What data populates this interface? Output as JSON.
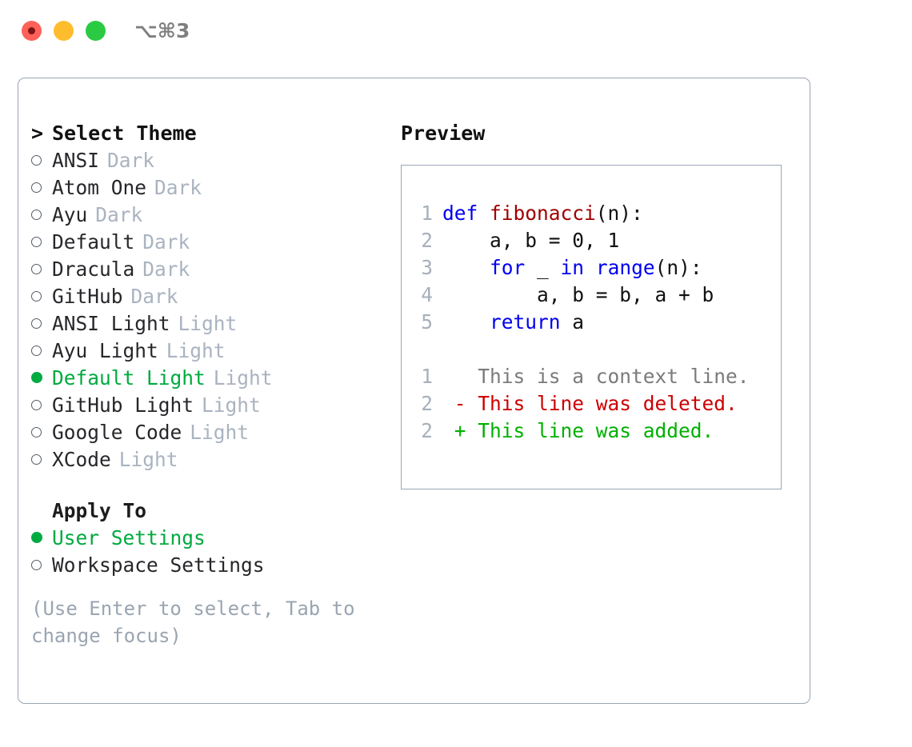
{
  "window": {
    "title": "⌥⌘3",
    "controls": [
      {
        "name": "close",
        "color": "#ff6159"
      },
      {
        "name": "minimize",
        "color": "#ffbd2e"
      },
      {
        "name": "zoom",
        "color": "#2acb42"
      }
    ]
  },
  "colors": {
    "accent_green": "#00a93f",
    "muted": "#aab3c0",
    "hint": "#9aa5b1",
    "border": "#9aa6b4",
    "keyword": "#0000ee",
    "function": "#a00000",
    "context": "#7b7b7b",
    "deleted": "#cc0000",
    "added": "#00b000"
  },
  "theme_picker": {
    "caret": ">",
    "heading": "Select Theme",
    "items": [
      {
        "marker": "hollow",
        "label": "ANSI",
        "badge": "Dark",
        "selected": false
      },
      {
        "marker": "hollow",
        "label": "Atom One",
        "badge": "Dark",
        "selected": false
      },
      {
        "marker": "hollow",
        "label": "Ayu",
        "badge": "Dark",
        "selected": false
      },
      {
        "marker": "hollow",
        "label": "Default",
        "badge": "Dark",
        "selected": false
      },
      {
        "marker": "hollow",
        "label": "Dracula",
        "badge": "Dark",
        "selected": false
      },
      {
        "marker": "hollow",
        "label": "GitHub",
        "badge": "Dark",
        "selected": false
      },
      {
        "marker": "hollow",
        "label": "ANSI Light",
        "badge": "Light",
        "selected": false
      },
      {
        "marker": "hollow",
        "label": "Ayu Light",
        "badge": "Light",
        "selected": false
      },
      {
        "marker": "filled",
        "label": "Default Light",
        "badge": "Light",
        "selected": true
      },
      {
        "marker": "hollow",
        "label": "GitHub Light",
        "badge": "Light",
        "selected": false
      },
      {
        "marker": "hollow",
        "label": "Google Code",
        "badge": "Light",
        "selected": false
      },
      {
        "marker": "hollow",
        "label": "XCode",
        "badge": "Light",
        "selected": false
      }
    ]
  },
  "apply_to": {
    "heading": "Apply To",
    "items": [
      {
        "marker": "filled",
        "label": "User Settings",
        "selected": true
      },
      {
        "marker": "hollow",
        "label": "Workspace Settings",
        "selected": false
      }
    ]
  },
  "hint": "(Use Enter to select, Tab to change focus)",
  "preview": {
    "title": "Preview",
    "code_lines": [
      {
        "number": "1",
        "tokens": [
          {
            "t": "def",
            "c": "kw"
          },
          {
            "t": " ",
            "c": "pl"
          },
          {
            "t": "fibonacci",
            "c": "fn"
          },
          {
            "t": "(n):",
            "c": "pl"
          }
        ]
      },
      {
        "number": "2",
        "tokens": [
          {
            "t": "    a, b = 0, 1",
            "c": "pl"
          }
        ]
      },
      {
        "number": "3",
        "tokens": [
          {
            "t": "    ",
            "c": "pl"
          },
          {
            "t": "for",
            "c": "kw"
          },
          {
            "t": " _ ",
            "c": "pl"
          },
          {
            "t": "in",
            "c": "kw"
          },
          {
            "t": " ",
            "c": "pl"
          },
          {
            "t": "range",
            "c": "kw"
          },
          {
            "t": "(n):",
            "c": "pl"
          }
        ]
      },
      {
        "number": "4",
        "tokens": [
          {
            "t": "        a, b = b, a + b",
            "c": "pl"
          }
        ]
      },
      {
        "number": "5",
        "tokens": [
          {
            "t": "    ",
            "c": "pl"
          },
          {
            "t": "return",
            "c": "kw"
          },
          {
            "t": " a",
            "c": "pl"
          }
        ]
      }
    ],
    "diff_lines": [
      {
        "number": "1",
        "sign": " ",
        "text": "This is a context line.",
        "kind": "ctx"
      },
      {
        "number": "2",
        "sign": "-",
        "text": "This line was deleted.",
        "kind": "del"
      },
      {
        "number": "2",
        "sign": "+",
        "text": "This line was added.",
        "kind": "add"
      }
    ]
  }
}
